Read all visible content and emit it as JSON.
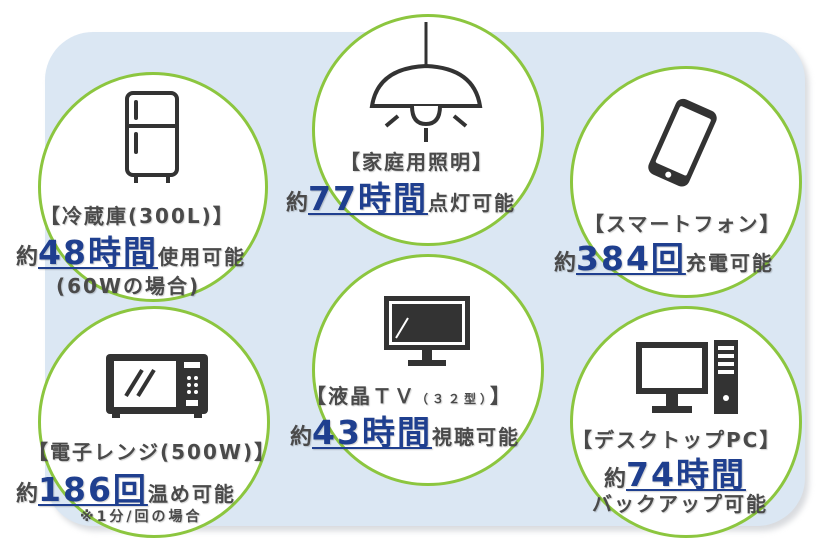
{
  "colors": {
    "panel": "#dbe7f3",
    "circle_border": "#8cc63f",
    "number": "#1f3f8f",
    "text": "#4a4a4a"
  },
  "items": [
    {
      "id": "fridge",
      "icon": "refrigerator-icon",
      "label": "【冷蔵庫(300L)】",
      "prefix": "約",
      "number": "48時間",
      "suffix": "使用可能",
      "note": "(60Wの場合)"
    },
    {
      "id": "light",
      "icon": "pendant-lamp-icon",
      "label": "【家庭用照明】",
      "prefix": "約",
      "number": "77時間",
      "suffix": "点灯可能"
    },
    {
      "id": "phone",
      "icon": "smartphone-icon",
      "label": "【スマートフォン】",
      "prefix": "約",
      "number": "384回",
      "suffix": "充電可能"
    },
    {
      "id": "microwave",
      "icon": "microwave-icon",
      "label": "【電子レンジ(500W)】",
      "prefix": "約",
      "number": "186回",
      "suffix": "温め可能",
      "note": "※1分/回の場合"
    },
    {
      "id": "tv",
      "icon": "tv-icon",
      "label_main": "【液晶ＴＶ",
      "label_small": "（３２型）",
      "label_end": "】",
      "prefix": "約",
      "number": "43時間",
      "suffix": "視聴可能"
    },
    {
      "id": "pc",
      "icon": "desktop-pc-icon",
      "label": "【デスクトップPC】",
      "prefix": "約",
      "number": "74時間",
      "suffix": "バックアップ可能"
    }
  ]
}
